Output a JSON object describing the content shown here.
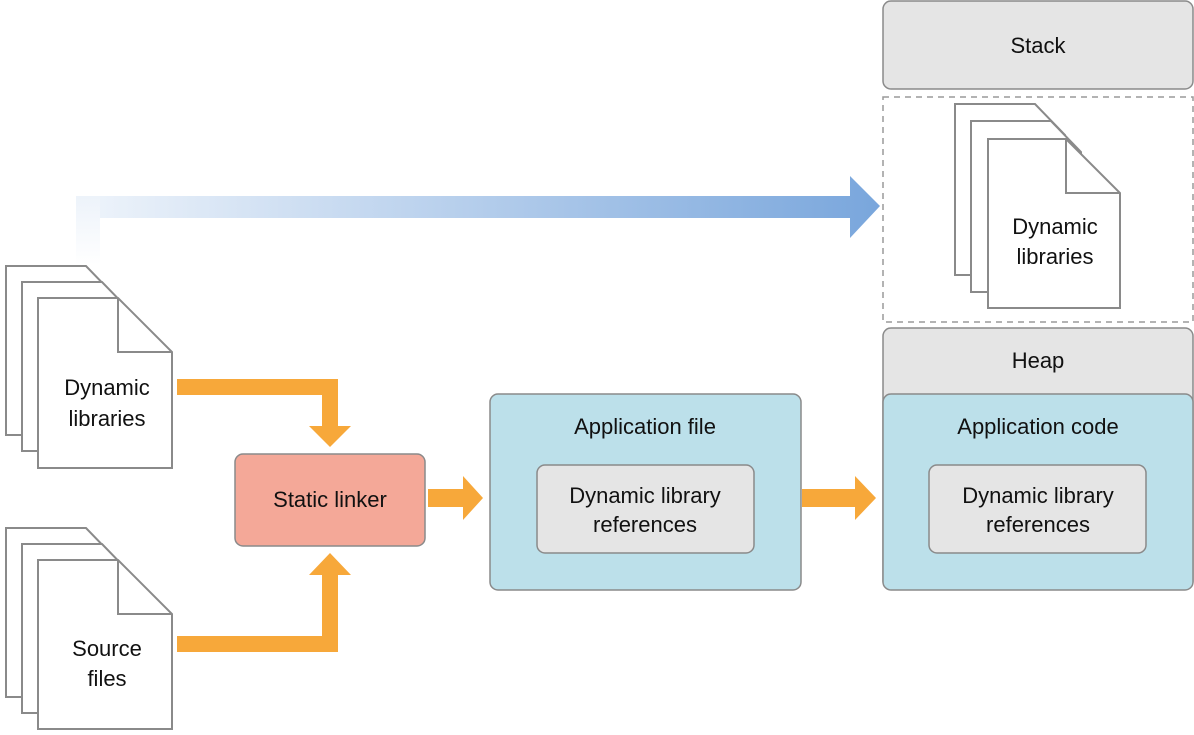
{
  "left_dynamic_libraries": {
    "line1": "Dynamic",
    "line2": "libraries"
  },
  "source_files": {
    "line1": "Source",
    "line2": "files"
  },
  "static_linker": {
    "label": "Static linker"
  },
  "application_file": {
    "title": "Application file",
    "references": {
      "line1": "Dynamic library",
      "line2": "references"
    }
  },
  "memory": {
    "stack_label": "Stack",
    "loaded_libraries": {
      "line1": "Dynamic",
      "line2": "libraries"
    },
    "heap_label": "Heap",
    "application_code": {
      "title": "Application code",
      "references": {
        "line1": "Dynamic library",
        "line2": "references"
      }
    }
  },
  "colors": {
    "orange_arrow": "#f7a83a",
    "blue_arrow": "#79a6dc",
    "linker_fill": "#f4a898",
    "app_fill": "#bce0ea",
    "gray_fill": "#e5e5e5",
    "border": "#8a8a8a"
  }
}
